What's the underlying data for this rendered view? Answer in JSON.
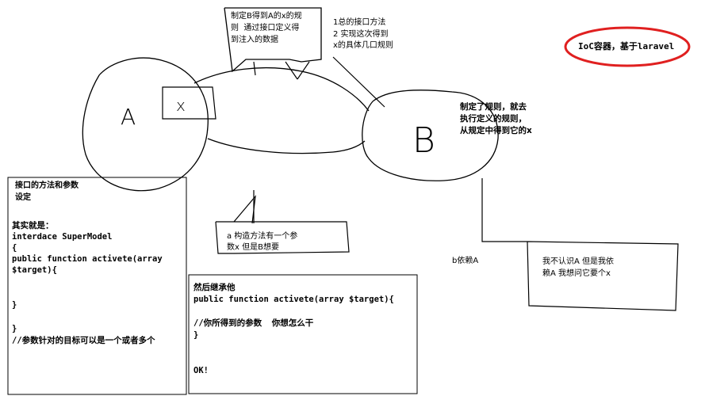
{
  "annotations": {
    "top_box": [
      "制定B得到A的x的规",
      "则  通过接口定义得",
      "到注入的数据"
    ],
    "interface_note": [
      "1总的接口方法",
      "2 实现这次得到",
      "x的具体几口规则"
    ],
    "ioc_label": "IoC容器，基于laravel",
    "b_note": [
      "制定了规则，就去",
      "执行定义的规则，",
      "从规定中得到它的x"
    ],
    "a_note": [
      "a 构造方法有一个参",
      "数x 但是B想要"
    ],
    "b_depends": "b依赖A",
    "depends_note": [
      "我不认识A 但是我依",
      "赖A 我想问它要个x"
    ]
  },
  "letters": {
    "a": "A",
    "x": "x",
    "b": "B"
  },
  "code_left": {
    "heading": [
      "接口的方法和参数",
      "设定"
    ],
    "lines": [
      "其实就是：",
      "interdace SuperModel",
      "{",
      "public function activete(array",
      "$target){",
      "",
      "",
      "}",
      "",
      "}",
      "//参数针对的目标可以是一个或者多个"
    ]
  },
  "code_right": {
    "lines": [
      "然后继承他",
      "public function activete(array $target){",
      "",
      "//你所得到的参数  你想怎么干",
      "}",
      "",
      "",
      "OK!"
    ]
  },
  "colors": {
    "ioc_ellipse": "#e02020",
    "ink": "#000000"
  }
}
